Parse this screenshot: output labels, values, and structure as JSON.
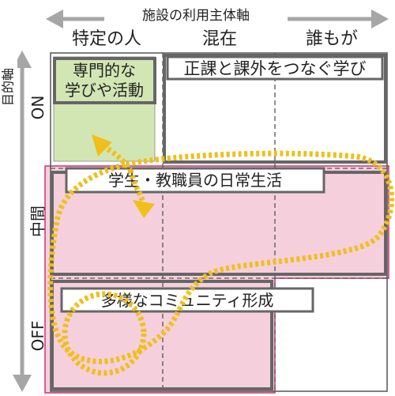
{
  "axes": {
    "horizontal_label": "施設の利用主体軸",
    "vertical_label": "目的軸"
  },
  "columns": [
    "特定の人",
    "混在",
    "誰もが"
  ],
  "rows": [
    "ON",
    "中間",
    "OFF"
  ],
  "regions": {
    "specific_activities": "専門的な\n学びや活動",
    "curricular_link": "正課と課外をつなぐ学び",
    "daily_life": "学生・教職員の日常生活",
    "diverse_community": "多様なコミュニティ形成"
  },
  "colors": {
    "specific_fill": "#d2e6b4",
    "daily_fill": "#f5d0dc",
    "daily_border": "#cc3377",
    "box_border": "#666666",
    "arrow_gray": "#a6a6a6",
    "path_yellow": "#f0bf1a",
    "grid": "#555555"
  }
}
